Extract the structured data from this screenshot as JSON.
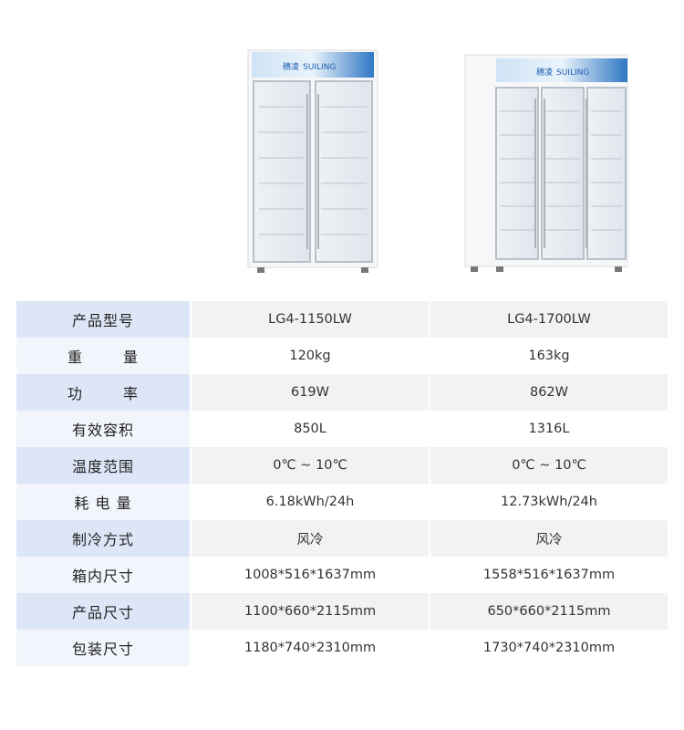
{
  "products": [
    {
      "model": "LG4-1150LW",
      "brand_logo": "SUILING",
      "brand_cn": "穗凌",
      "doors": 2
    },
    {
      "model": "LG4-1700LW",
      "brand_logo": "SUILING",
      "brand_cn": "穗凌",
      "doors": 3
    }
  ],
  "spec_table": {
    "rows": [
      {
        "label": "产品型号",
        "values": [
          "LG4-1150LW",
          "LG4-1700LW"
        ]
      },
      {
        "label": "重　量",
        "label_parts": [
          "重",
          "量"
        ],
        "values": [
          "120kg",
          "163kg"
        ]
      },
      {
        "label": "功　率",
        "label_parts": [
          "功",
          "率"
        ],
        "values": [
          "619W",
          "862W"
        ]
      },
      {
        "label": "有效容积",
        "values": [
          "850L",
          "1316L"
        ]
      },
      {
        "label": "温度范围",
        "values": [
          "0℃ ~ 10℃",
          "0℃ ~ 10℃"
        ]
      },
      {
        "label": "耗 电 量",
        "values": [
          "6.18kWh/24h",
          "12.73kWh/24h"
        ]
      },
      {
        "label": "制冷方式",
        "values": [
          "风冷",
          "风冷"
        ]
      },
      {
        "label": "箱内尺寸",
        "values": [
          "1008*516*1637mm",
          "1558*516*1637mm"
        ]
      },
      {
        "label": "产品尺寸",
        "values": [
          "1100*660*2115mm",
          "650*660*2115mm"
        ]
      },
      {
        "label": "包装尺寸",
        "values": [
          "1180*740*2310mm",
          "1730*740*2310mm"
        ]
      }
    ]
  },
  "colors": {
    "label_band_dark": "#dde6f6",
    "label_band_light": "#f2f5fb",
    "cell_band": "#f2f2f2",
    "logo_red": "#c8262d",
    "logo_blue": "#1d5fb0"
  }
}
